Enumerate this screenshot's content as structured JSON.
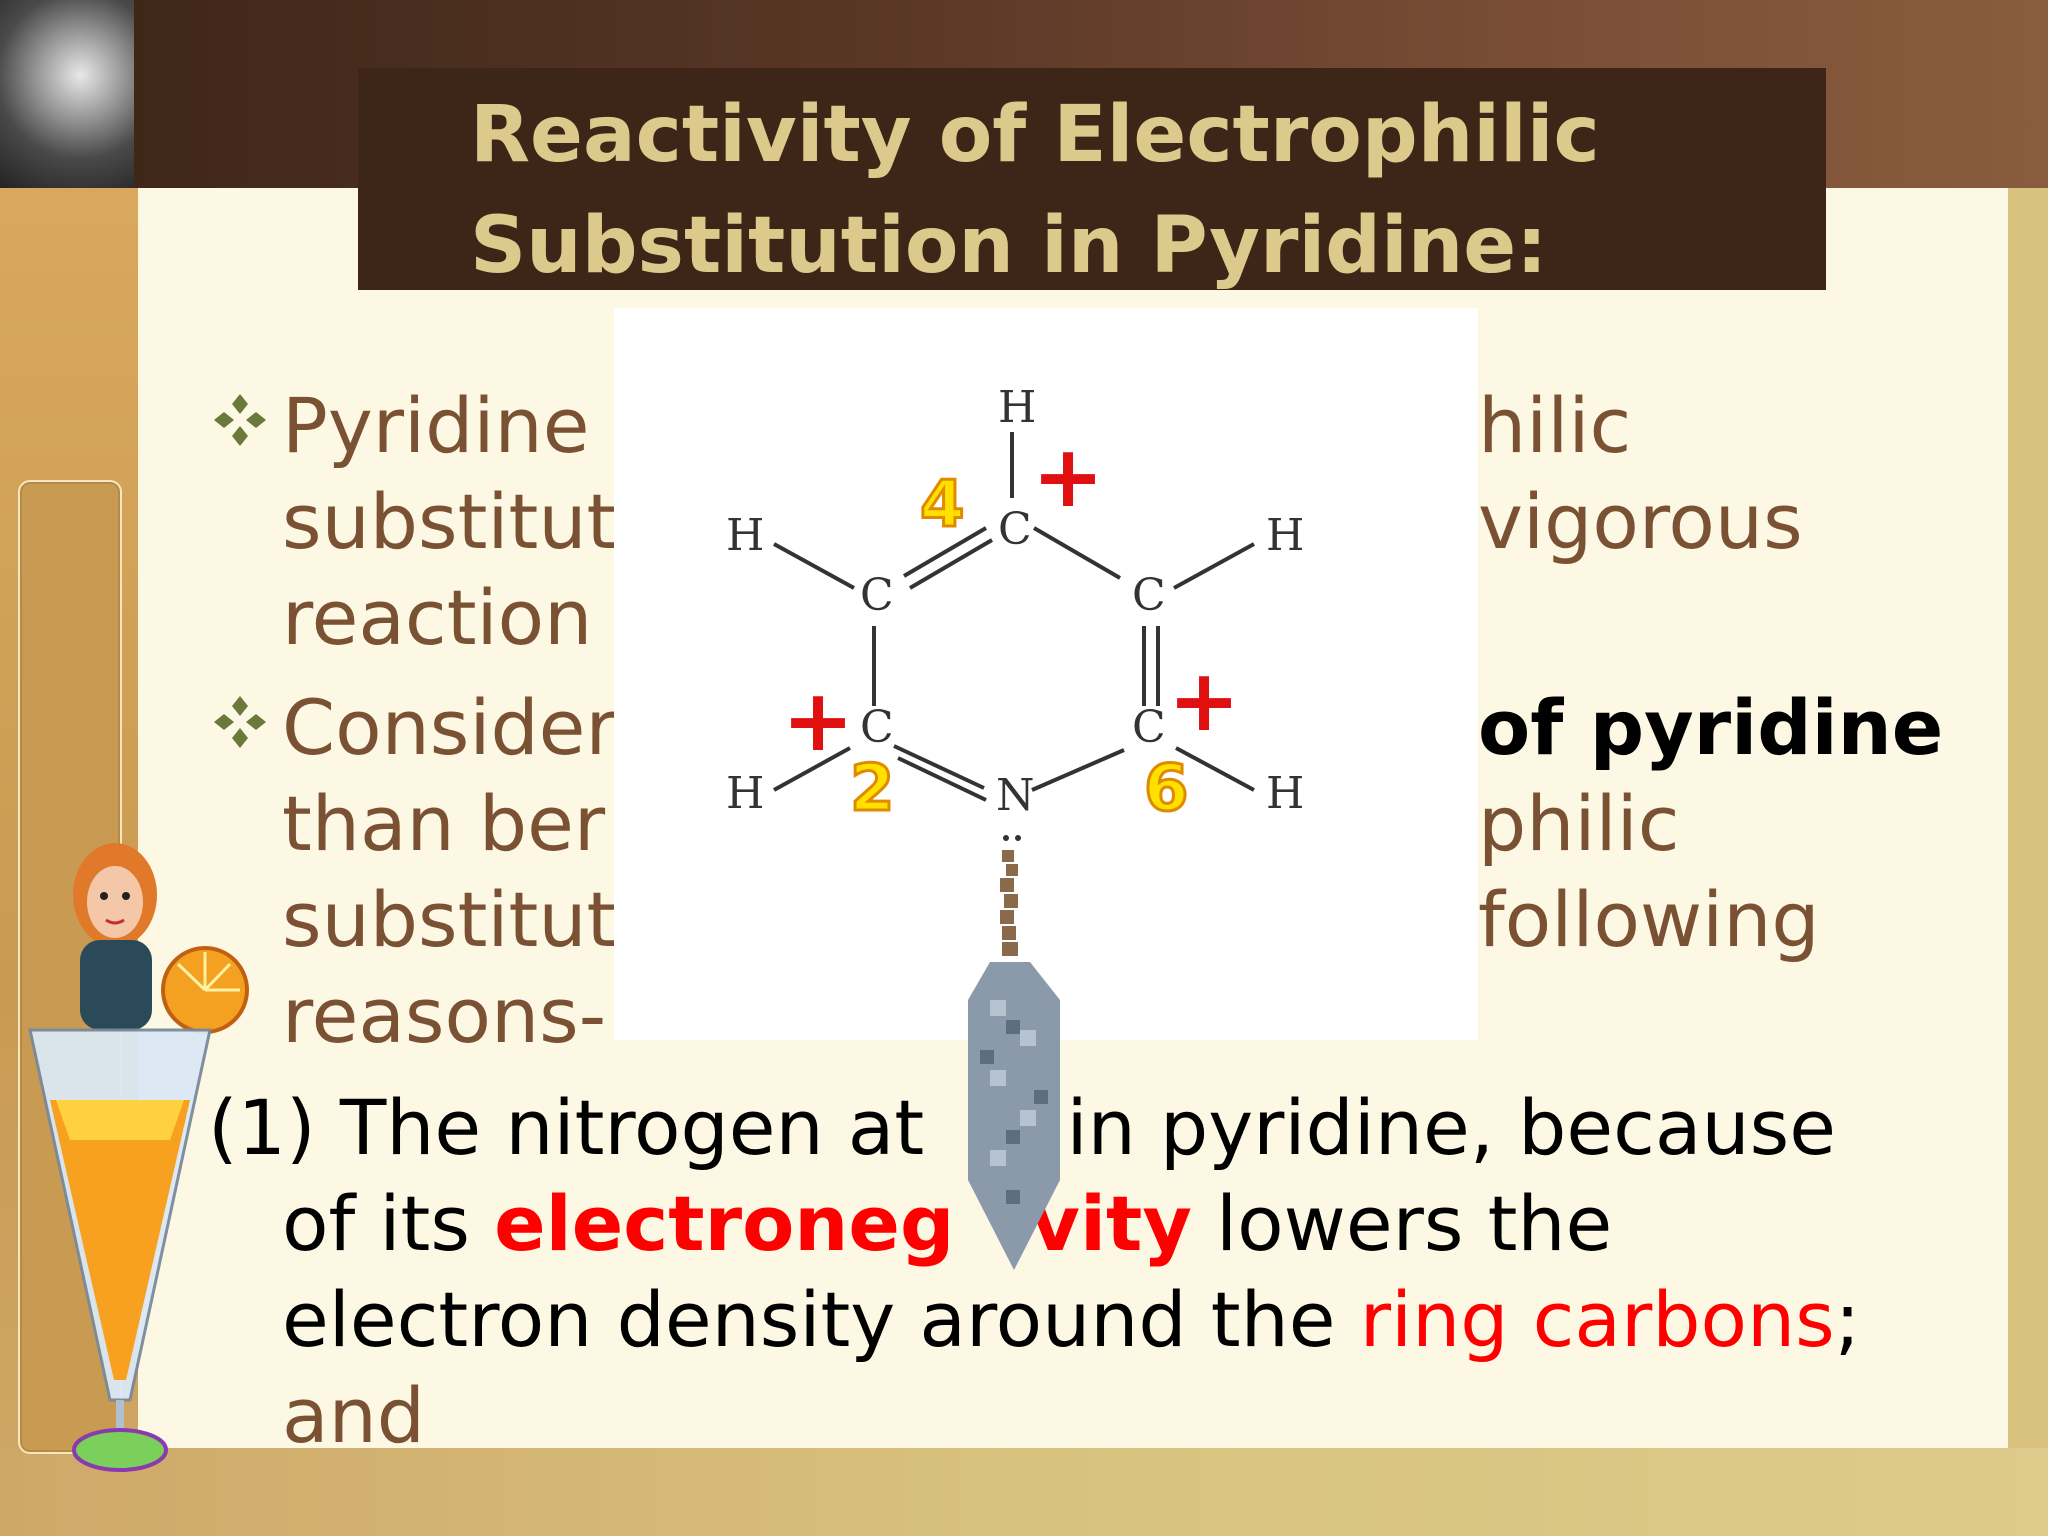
{
  "slide": {
    "title": [
      "Reactivity of Electrophilic",
      "Substitution in Pyridine:"
    ],
    "bullet1": {
      "lines": [
        {
          "a": "Pyridine ",
          "b": "hilic"
        },
        {
          "a": "substitut",
          "b": "vigorous"
        },
        {
          "a": "reaction",
          "b": ""
        }
      ]
    },
    "bullet2": {
      "lines": [
        {
          "a": "Consider",
          "b": "of pyridine"
        },
        {
          "a": "than ber",
          "b": "philic"
        },
        {
          "a": "substitut",
          "b": "following"
        },
        {
          "a": "reasons-",
          "b": ""
        }
      ]
    },
    "point1": {
      "line1_a": "(1) The nitrogen at",
      "line1_b": "n in pyridine, because",
      "line2_a": "of its ",
      "line2_red": "electroneg",
      "line2_red2": "ivity",
      "line2_b": " lowers the",
      "line3_a": "electron density around the ",
      "line3_red": "ring carbons",
      "line3_b": ";",
      "line4": "and"
    },
    "structure": {
      "atoms": {
        "N": "N",
        "C": "C",
        "H": "H"
      },
      "positions": [
        "4",
        "2",
        "6"
      ],
      "charge": "+"
    },
    "colors": {
      "title_text": "#dcc98c",
      "title_bg": "#3d2617",
      "body_text": "#7a5233",
      "highlight_red": "#ff0000",
      "bullet_icon": "#6b7a3a"
    }
  }
}
